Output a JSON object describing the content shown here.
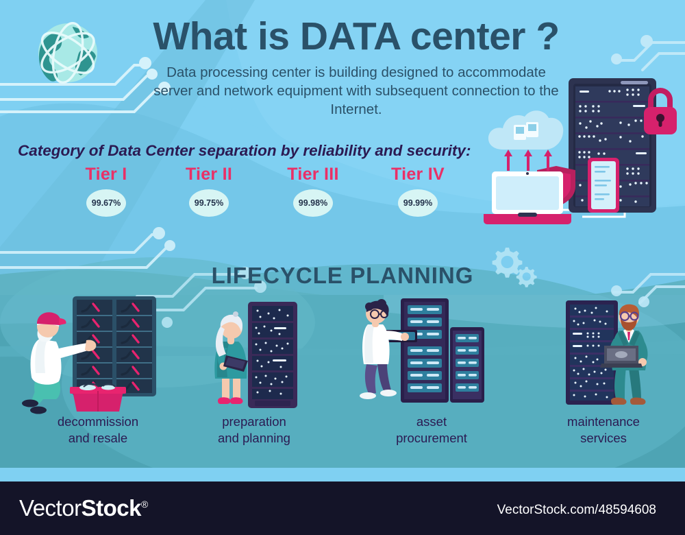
{
  "header": {
    "title": "What is  DATA center ?",
    "subtitle": "Data processing center is  building designed to accommodate server and network equipment with subsequent connection to the Internet."
  },
  "category": {
    "heading": "Category of Data Center separation by reliability and security:",
    "tiers": [
      {
        "name": "Tier I",
        "uptime": "99.67%"
      },
      {
        "name": "Tier II",
        "uptime": "99.75%"
      },
      {
        "name": "Tier III",
        "uptime": "99.98%"
      },
      {
        "name": "Tier IV",
        "uptime": "99.99%"
      }
    ]
  },
  "lifecycle": {
    "title": "LIFECYCLE  PLANNING",
    "stages": [
      {
        "line1": "decommission",
        "line2": "and resale"
      },
      {
        "line1": "preparation",
        "line2": "and planning"
      },
      {
        "line1": "asset",
        "line2": "procurement"
      },
      {
        "line1": "maintenance",
        "line2": "services"
      }
    ]
  },
  "watermark": {
    "brand_light": "Vector",
    "brand_bold": "Stock",
    "registered": "®",
    "url": "VectorStock.com/48594608"
  },
  "icons": {
    "globe": "globe-network-icon",
    "padlock": "padlock-icon",
    "shield": "shield-icon",
    "cloud": "cloud-icon",
    "laptop": "laptop-icon",
    "gears": "gears-icon",
    "server_rack": "server-rack-icon"
  },
  "colors": {
    "background_top": "#7fd0f2",
    "background_mid": "#76c6e4",
    "background_bottom": "#4ea4b4",
    "title_navy": "#2a5169",
    "tier_pink": "#ea2f66",
    "bubble_fill": "#d7f5f4",
    "label_purple": "#2b1a52",
    "footer_dark": "#141428",
    "accent_magenta": "#d11f6a",
    "rack_dark": "#2c2a4f",
    "teal_figure": "#2e8e92"
  }
}
